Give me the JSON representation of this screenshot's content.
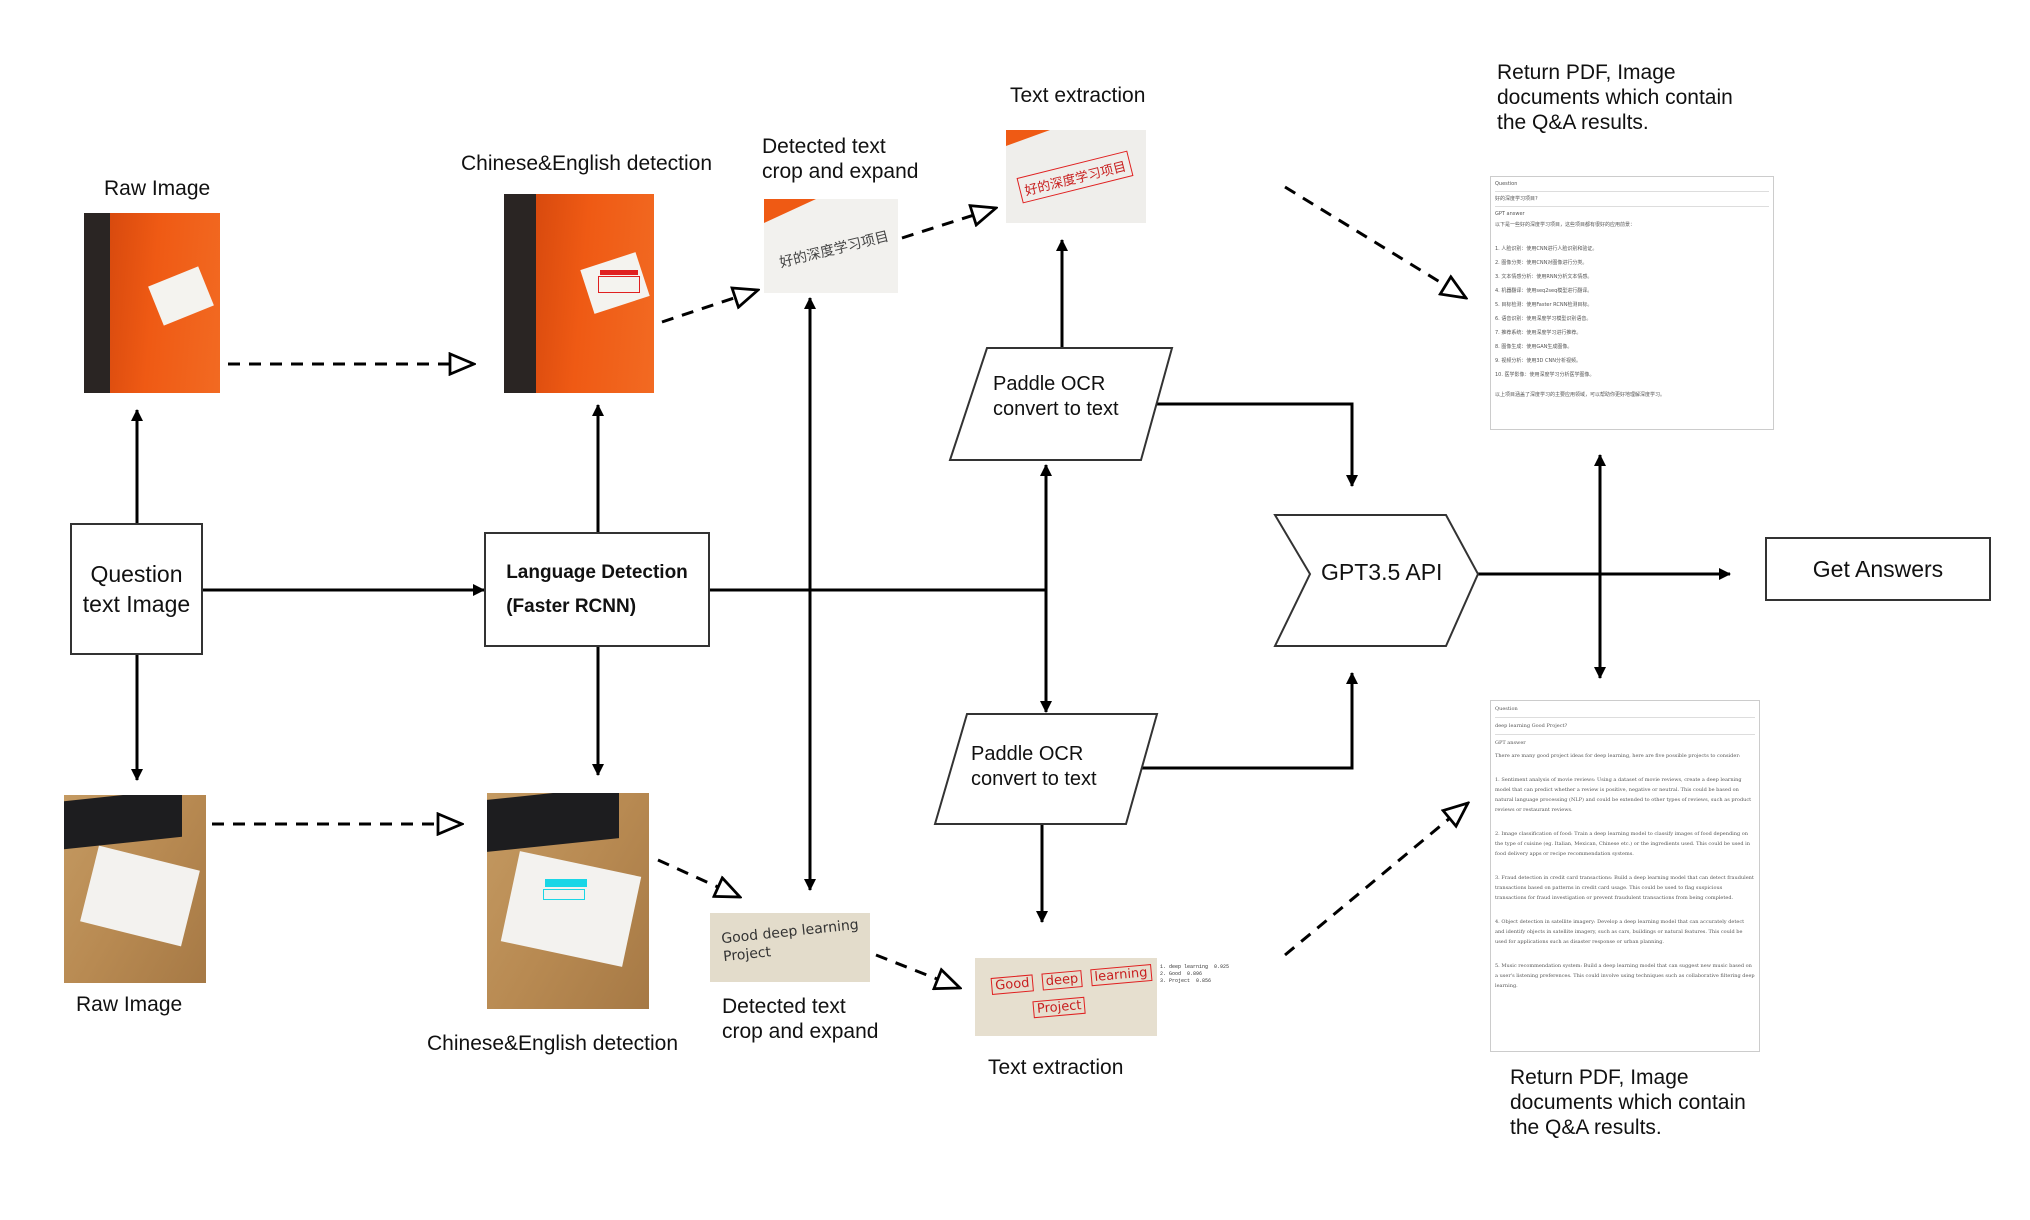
{
  "nodes": {
    "question": "Question\ntext Image",
    "language_detection": "Language Detection\n(Faster RCNN)",
    "paddle_ocr_top": "Paddle OCR\nconvert to text",
    "paddle_ocr_bottom": "Paddle OCR\nconvert to text",
    "gpt": "GPT3.5 API",
    "get_answers": "Get Answers"
  },
  "labels": {
    "raw_top": "Raw Image",
    "raw_bottom": "Raw Image",
    "det_top": "Chinese&English detection",
    "det_bottom": "Chinese&English detection",
    "crop_top": "Detected text\ncrop and expand",
    "crop_bottom": "Detected text\ncrop and expand",
    "ext_top": "Text extraction",
    "ext_bottom": "Text extraction",
    "ret_top": "Return PDF, Image\ndocuments which contain\nthe Q&A results.",
    "ret_bottom": "Return PDF, Image\ndocuments which contain\nthe Q&A results."
  },
  "images": {
    "crop_top_handwriting": "好的深度学习项目",
    "ext_top_handwriting": "好的深度学习项目",
    "crop_bottom_handwriting": "Good deep learning\nProject",
    "ext_bottom_line1_words": [
      "Good",
      "deep",
      "learning"
    ],
    "ext_bottom_line2_words": [
      "Project"
    ],
    "ext_bottom_scores": "1. deep learning  0.925\n2. Good  0.896\n3. Project  0.856",
    "doc_top_header": "Question",
    "doc_top_question": "好的深度学习项目?",
    "doc_top_answer_label": "GPT answer",
    "doc_top_intro": "以下是一些好的深度学习项目，这些项目都有很好的应用前景：",
    "doc_top_items": [
      "1. 人脸识别：使用CNN进行人脸识别和验证。",
      "2. 图像分类：使用CNN对图像进行分类。",
      "3. 文本情感分析：使用RNN分析文本情感。",
      "4. 机器翻译：使用seq2seq模型进行翻译。",
      "5. 目标检测：使用Faster RCNN检测目标。",
      "6. 语音识别：使用深度学习模型识别语音。",
      "7. 推荐系统：使用深度学习进行推荐。",
      "8. 图像生成：使用GAN生成图像。",
      "9. 视频分析：使用3D CNN分析视频。",
      "10. 医学影像：使用深度学习分析医学图像。"
    ],
    "doc_top_outro": "以上项目涵盖了深度学习的主要应用领域，可以帮助你更好地理解深度学习。",
    "doc_bottom_header": "Question",
    "doc_bottom_question": "deep learning Good Project?",
    "doc_bottom_answer_label": "GPT answer",
    "doc_bottom_intro": "There are many good project ideas for deep learning, here are five possible projects to consider:",
    "doc_bottom_items": [
      "1. Sentiment analysis of movie reviews: Using a dataset of movie reviews, create a deep learning model that can predict whether a review is positive, negative or neutral. This could be based on natural language processing (NLP) and could be extended to other types of reviews, such as product reviews or restaurant reviews.",
      "2. Image classification of food: Train a deep learning model to classify images of food depending on the type of cuisine (eg. Italian, Mexican, Chinese etc.) or the ingredients used. This could be used in food delivery apps or recipe recommendation systems.",
      "3. Fraud detection in credit card transactions: Build a deep learning model that can detect fraudulent transactions based on patterns in credit card usage. This could be used to flag suspicious transactions for fraud investigation or prevent fraudulent transactions from being completed.",
      "4. Object detection in satellite imagery: Develop a deep learning model that can accurately detect and identify objects in satellite imagery, such as cars, buildings or natural features. This could be used for applications such as disaster response or urban planning.",
      "5. Music recommendation system: Build a deep learning model that can suggest new music based on a user's listening preferences. This could involve using techniques such as collaborative filtering deep learning."
    ]
  },
  "colors": {
    "stroke": "#000000",
    "box_border": "#333333",
    "orange": "#ef5a14",
    "paper": "#f2f1ee",
    "detection_red": "#e02020",
    "detection_cyan": "#19d6e6"
  }
}
